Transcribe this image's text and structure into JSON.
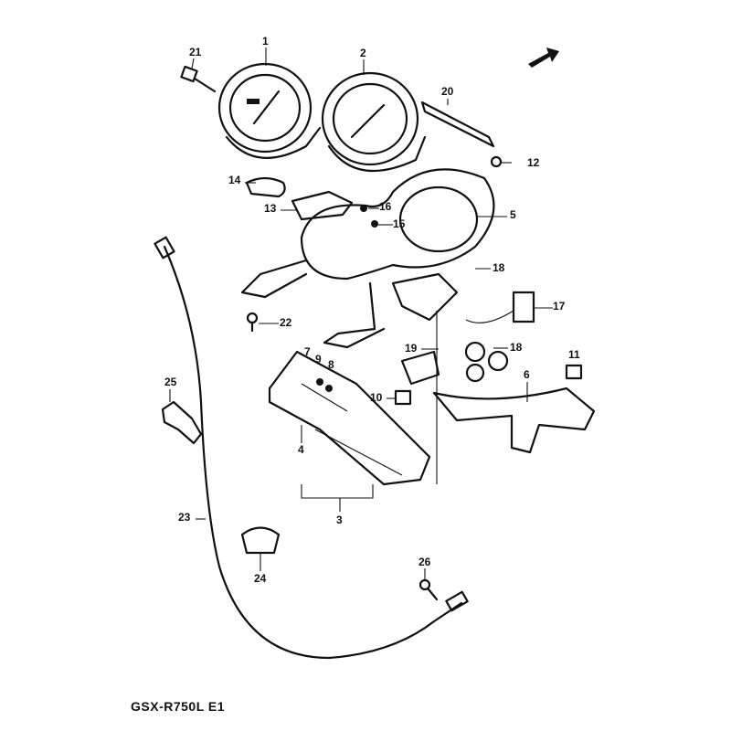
{
  "caption": "GSX-R750L E1",
  "callouts": [
    "21",
    "1",
    "2",
    "20",
    "12",
    "14",
    "13",
    "16",
    "15",
    "5",
    "18",
    "17",
    "22",
    "19",
    "18",
    "7",
    "9",
    "8",
    "11",
    "6",
    "10",
    "25",
    "4",
    "3",
    "23",
    "24",
    "26"
  ]
}
